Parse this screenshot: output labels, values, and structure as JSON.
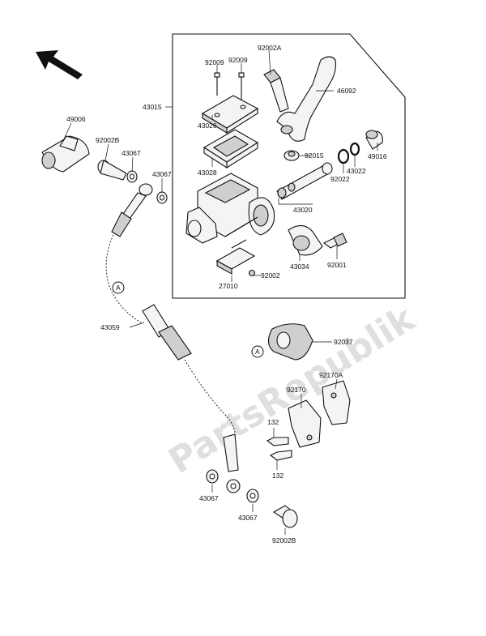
{
  "watermark": "PartsRepublik",
  "callout_letter": "A",
  "labels": {
    "p92002A": "92002A",
    "p92009a": "92009",
    "p92009b": "92009",
    "p46092": "46092",
    "p43015": "43015",
    "p43026": "43026",
    "p43028": "43028",
    "p92015": "92015",
    "p49016": "49016",
    "p43022": "43022",
    "p92022": "92022",
    "p43020": "43020",
    "p49006": "49006",
    "p92002B_top": "92002B",
    "p43067_a": "43067",
    "p43067_b": "43067",
    "p43034": "43034",
    "p92001": "92001",
    "p27010": "27010",
    "p92002": "92002",
    "p43059": "43059",
    "p92037": "92037",
    "p92170A": "92170A",
    "p92170": "92170",
    "p132_a": "132",
    "p132_b": "132",
    "p43067_c": "43067",
    "p43067_d": "43067",
    "p92002B_bot": "92002B"
  }
}
